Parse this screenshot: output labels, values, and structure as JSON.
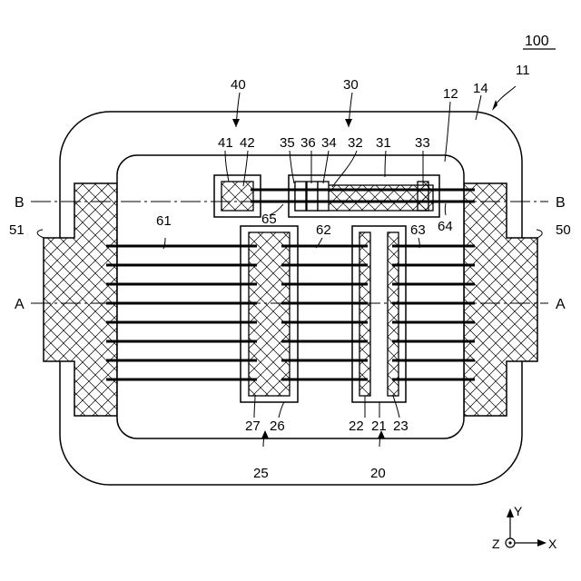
{
  "figure_number": "100",
  "section_markers": {
    "a_left": "A",
    "a_right": "A",
    "b_left": "B",
    "b_right": "B"
  },
  "axes": {
    "y": "Y",
    "z": "Z",
    "x": "X"
  },
  "reference_numerals": {
    "n11": "11",
    "n12": "12",
    "n14": "14",
    "n20": "20",
    "n21": "21",
    "n22": "22",
    "n23": "23",
    "n25": "25",
    "n26": "26",
    "n27": "27",
    "n30": "30",
    "n31": "31",
    "n32": "32",
    "n33": "33",
    "n34": "34",
    "n35": "35",
    "n36": "36",
    "n40": "40",
    "n41": "41",
    "n42": "42",
    "n50": "50",
    "n51": "51",
    "n61": "61",
    "n62": "62",
    "n63": "63",
    "n64": "64",
    "n65": "65"
  }
}
